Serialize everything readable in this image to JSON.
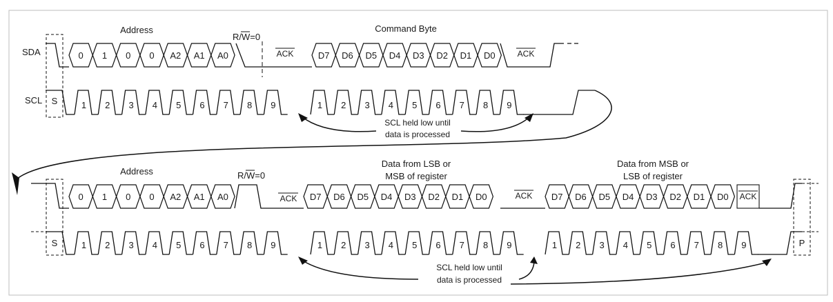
{
  "signals": {
    "sda": "SDA",
    "scl": "SCL"
  },
  "top": {
    "address_label": "Address",
    "rw_label": "R/W=0",
    "command_label": "Command Byte",
    "sda_bytes": [
      [
        "0",
        "1",
        "0",
        "0",
        "A2",
        "A1",
        "A0"
      ],
      [
        "D7",
        "D6",
        "D5",
        "D4",
        "D3",
        "D2",
        "D1",
        "D0"
      ]
    ],
    "acks": [
      "ACK",
      "ACK"
    ],
    "clock_groups": [
      [
        "1",
        "2",
        "3",
        "4",
        "5",
        "6",
        "7",
        "8",
        "9"
      ],
      [
        "1",
        "2",
        "3",
        "4",
        "5",
        "6",
        "7",
        "8",
        "9"
      ]
    ],
    "start_marker": "S",
    "note_lines": [
      "SCL held low until",
      "data is processed"
    ]
  },
  "bottom": {
    "address_label": "Address",
    "rw_label": "R/W=0",
    "lsb_label_lines": [
      "Data from LSB or",
      "MSB of register"
    ],
    "msb_label_lines": [
      "Data from MSB or",
      "LSB of register"
    ],
    "sda_bytes": [
      [
        "0",
        "1",
        "0",
        "0",
        "A2",
        "A1",
        "A0"
      ],
      [
        "D7",
        "D6",
        "D5",
        "D4",
        "D3",
        "D2",
        "D1",
        "D0"
      ],
      [
        "D7",
        "D6",
        "D5",
        "D4",
        "D3",
        "D2",
        "D1",
        "D0"
      ]
    ],
    "acks": [
      "ACK",
      "ACK",
      "ACK"
    ],
    "clock_groups": [
      [
        "1",
        "2",
        "3",
        "4",
        "5",
        "6",
        "7",
        "8",
        "9"
      ],
      [
        "1",
        "2",
        "3",
        "4",
        "5",
        "6",
        "7",
        "8",
        "9"
      ],
      [
        "1",
        "2",
        "3",
        "4",
        "5",
        "6",
        "7",
        "8",
        "9"
      ]
    ],
    "start_marker": "S",
    "stop_marker": "P",
    "note_lines": [
      "SCL held low until",
      "data is processed"
    ]
  }
}
